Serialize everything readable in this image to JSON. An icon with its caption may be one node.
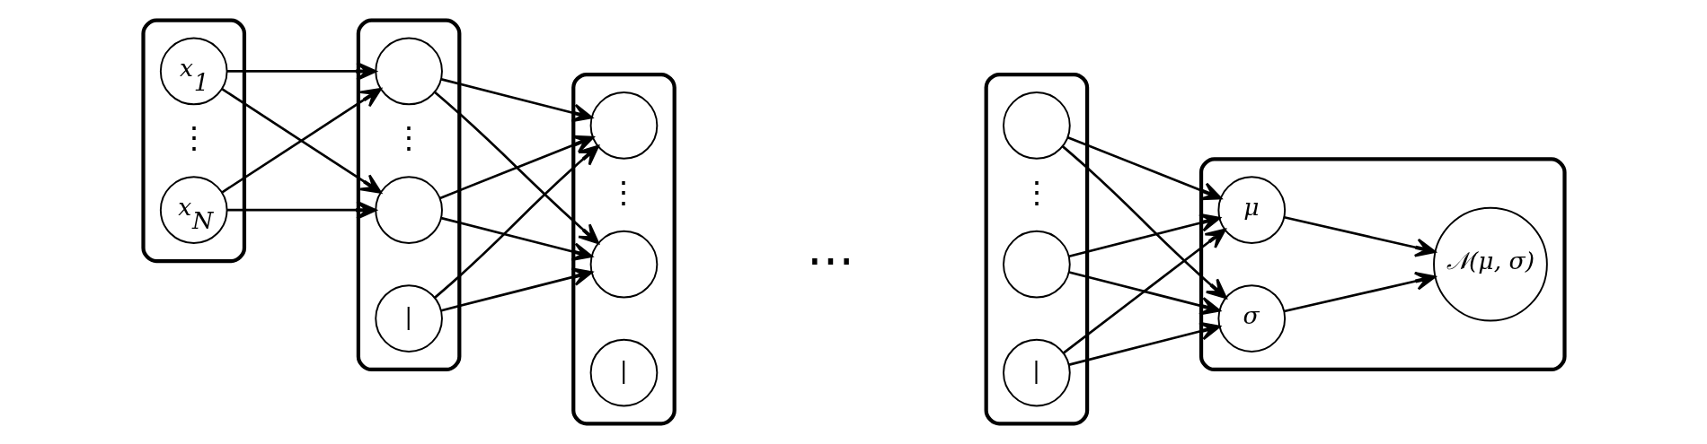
{
  "diagram": {
    "nodes": [
      {
        "text": [],
        "shape": "box"
      },
      {
        "text": [
          "x$_{1}$"
        ],
        "in": 0
      },
      {
        "text": [
          "x$_{N}$"
        ],
        "in": 0
      },
      {
        "text": [],
        "shape": "box"
      },
      {
        "text": [],
        "shape": "circle",
        "in": 3
      },
      {
        "text": [],
        "shape": "circle",
        "in": 3
      },
      {
        "text": [
          "|"
        ],
        "in": 3
      },
      {
        "text": [],
        "shape": "box"
      },
      {
        "text": [],
        "shape": "circle",
        "in": 7
      },
      {
        "text": [],
        "shape": "circle",
        "in": 7
      },
      {
        "text": [
          "|"
        ],
        "in": 7
      },
      {
        "text": [],
        "shape": "box"
      },
      {
        "text": [],
        "shape": "circle",
        "in": 11
      },
      {
        "text": [],
        "shape": "circle",
        "in": 11
      },
      {
        "text": [
          "|"
        ],
        "in": 11
      },
      {
        "text": [],
        "shape": "box"
      },
      {
        "text": [
          "μ"
        ],
        "in": 15
      },
      {
        "text": [
          "σ"
        ],
        "in": 15
      },
      {
        "text": [
          "𝒩(μ, σ)"
        ],
        "in": 15
      }
    ],
    "edges": [
      {
        "from": 1,
        "to": 4,
        "arrow": "to"
      },
      {
        "from": 1,
        "to": 5,
        "arrow": "to"
      },
      {
        "from": 2,
        "to": 4,
        "arrow": "to"
      },
      {
        "from": 2,
        "to": 5,
        "arrow": "to"
      },
      {
        "from": 4,
        "to": 8,
        "arrow": "to"
      },
      {
        "from": 4,
        "to": 9,
        "arrow": "to"
      },
      {
        "from": 5,
        "to": 8,
        "arrow": "to"
      },
      {
        "from": 5,
        "to": 9,
        "arrow": "to"
      },
      {
        "from": 6,
        "to": 8,
        "arrow": "to"
      },
      {
        "from": 6,
        "to": 9,
        "arrow": "to"
      },
      {
        "from": 12,
        "to": 16,
        "arrow": "to"
      },
      {
        "from": 12,
        "to": 17,
        "arrow": "to"
      },
      {
        "from": 13,
        "to": 16,
        "arrow": "to"
      },
      {
        "from": 13,
        "to": 17,
        "arrow": "to"
      },
      {
        "from": 14,
        "to": 16,
        "arrow": "to"
      },
      {
        "from": 14,
        "to": 17,
        "arrow": "to"
      },
      {
        "from": 16,
        "to": 18,
        "arrow": "to"
      },
      {
        "from": 17,
        "to": 18,
        "arrow": "to"
      }
    ],
    "labels": [
      "⋮",
      "⋮",
      "⋮",
      "⋯",
      "⋮"
    ]
  }
}
